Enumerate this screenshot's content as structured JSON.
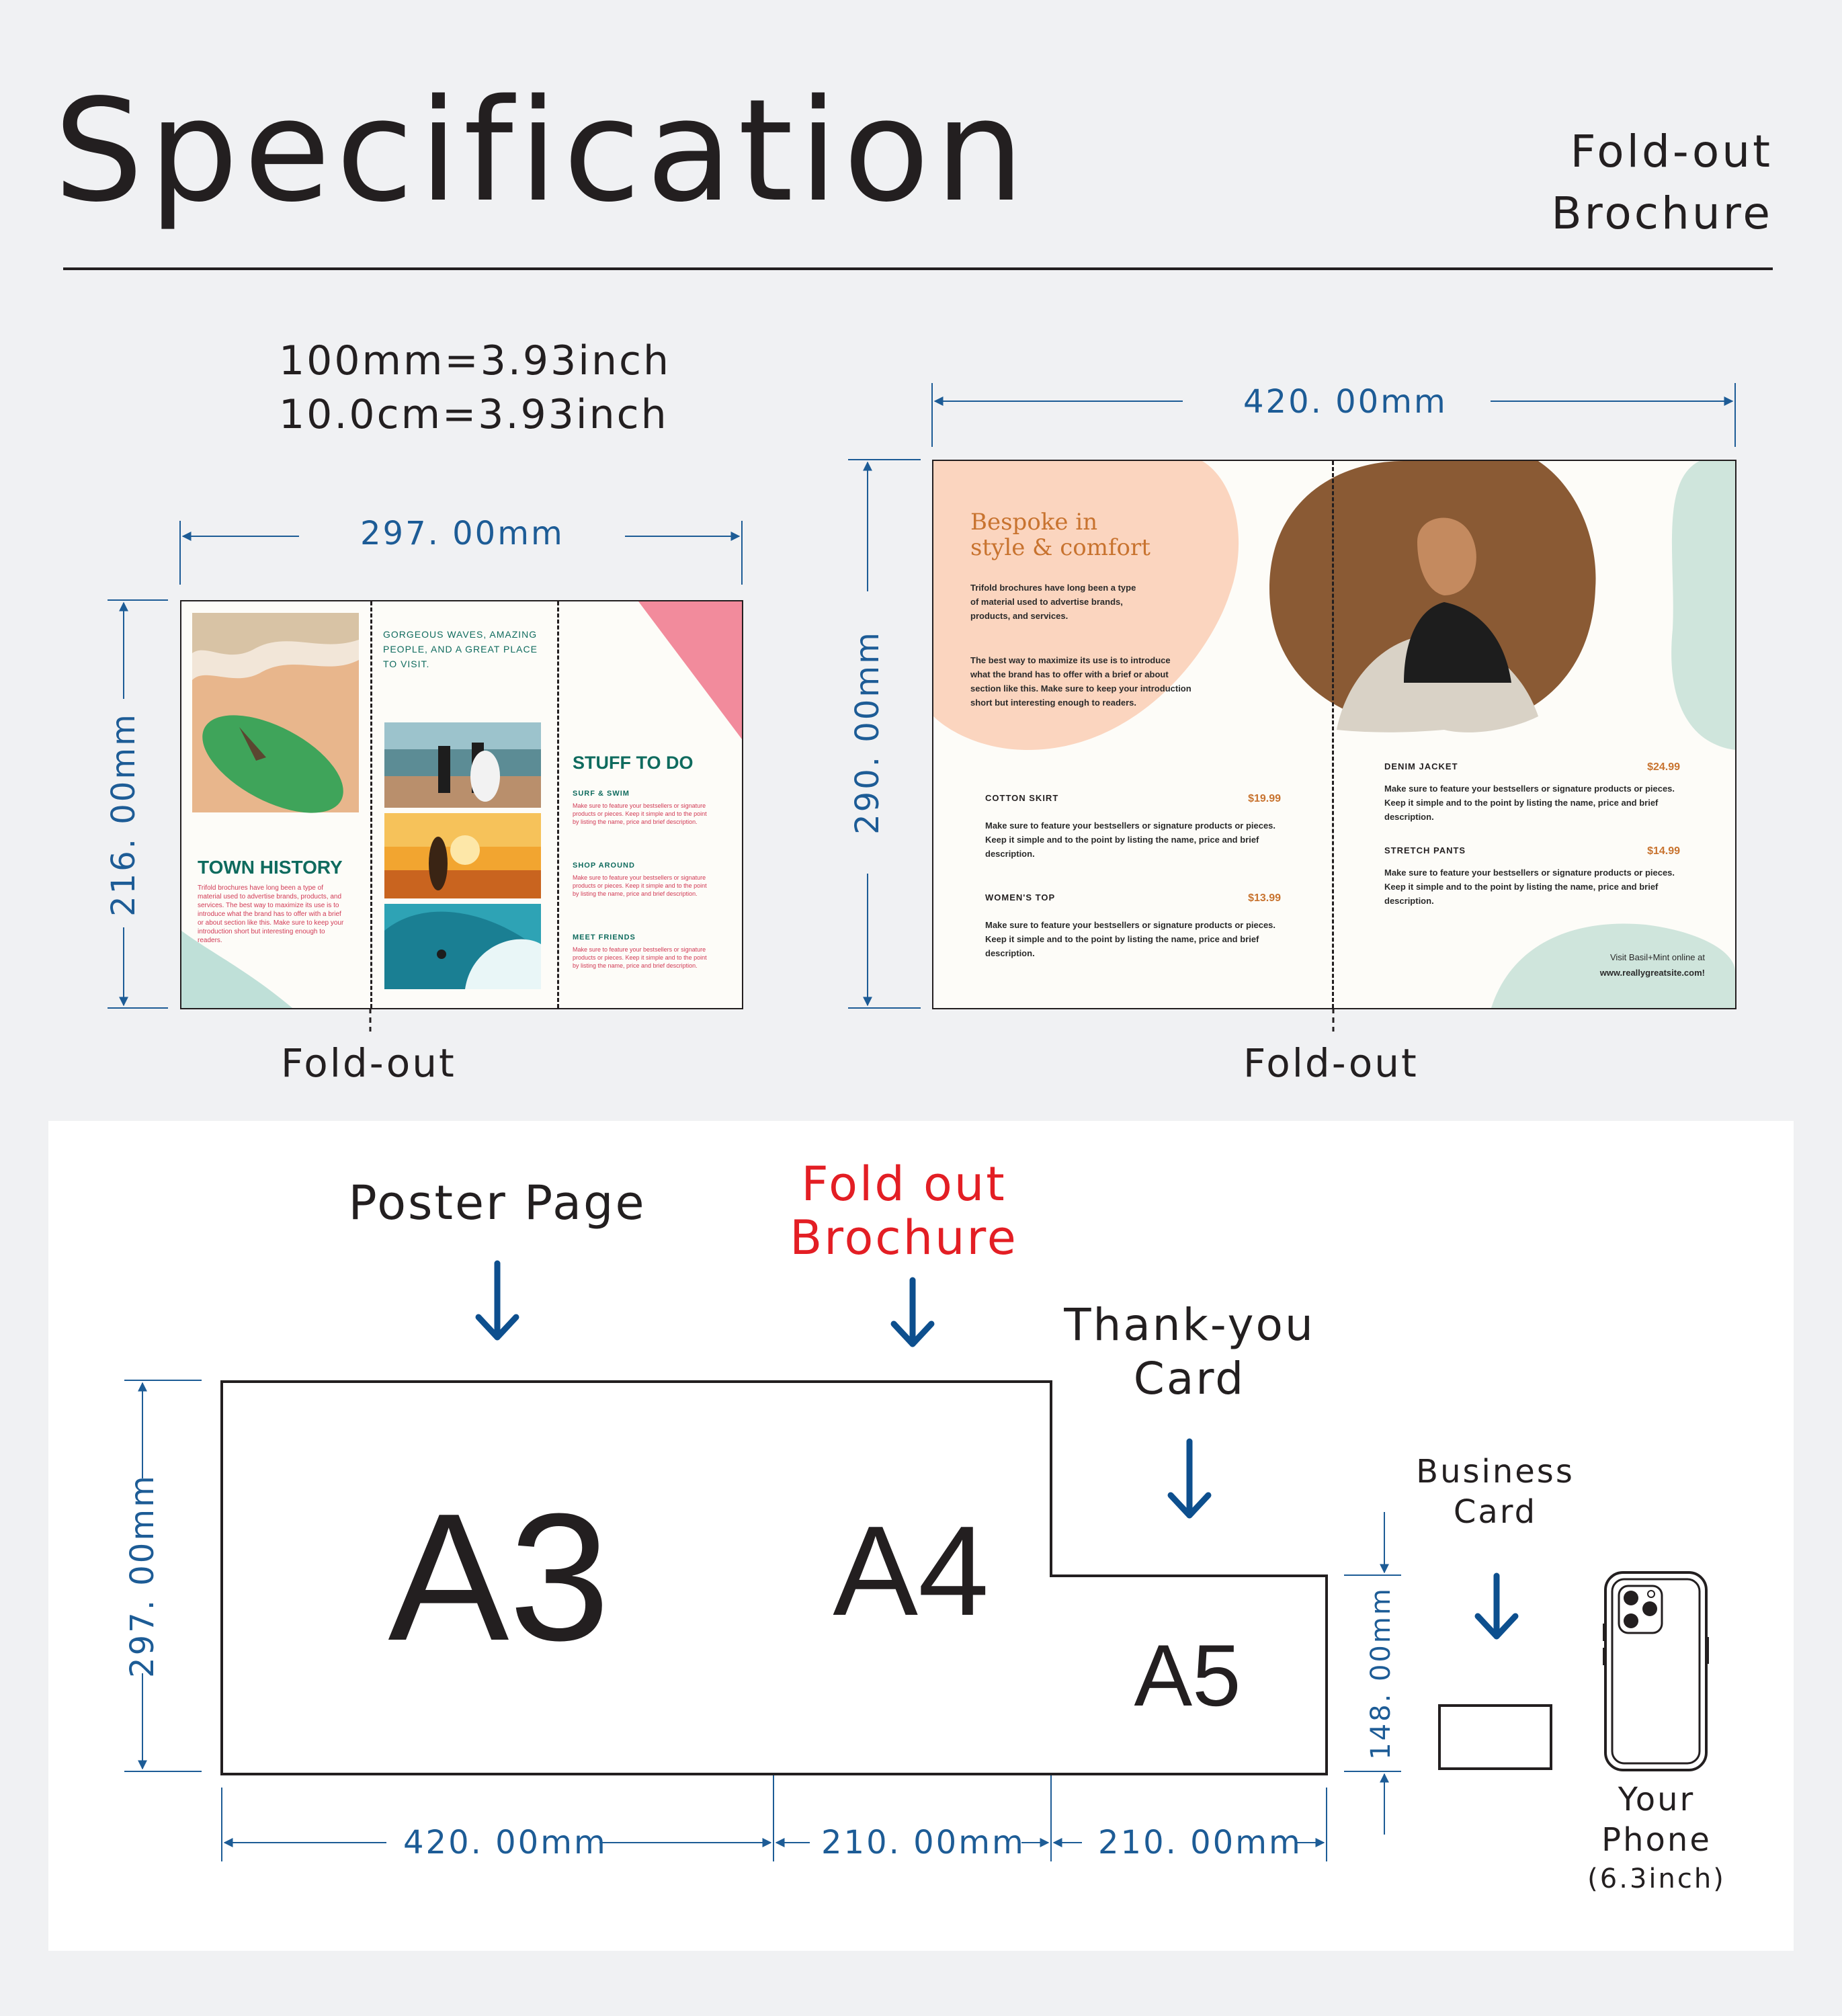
{
  "header": {
    "title": "Specification",
    "subtitle_line1": "Fold-out",
    "subtitle_line2": "Brochure"
  },
  "conversion": {
    "line1": "100mm=3.93inch",
    "line2": "10.0cm=3.93inch"
  },
  "left_brochure": {
    "width_label": "297. 00mm",
    "height_label": "216. 00mm",
    "fold_label": "Fold-out",
    "panel2_heading": "GORGEOUS WAVES, AMAZING PEOPLE, AND A GREAT PLACE TO VISIT.",
    "town_history_title": "TOWN HISTORY",
    "town_history_body": "Trifold brochures have long been a type of material used to advertise brands, products, and services. The best way to maximize its use is to introduce what the brand has to offer with a brief or about section like this. Make sure to keep your introduction short but interesting enough to readers.",
    "stuff_title": "STUFF TO DO",
    "items": [
      {
        "title": "SURF & SWIM",
        "body": "Make sure to feature your bestsellers or signature products or pieces. Keep it simple and to the point by listing the name, price and brief description."
      },
      {
        "title": "SHOP AROUND",
        "body": "Make sure to feature your bestsellers or signature products or pieces. Keep it simple and to the point by listing the name, price and brief description."
      },
      {
        "title": "MEET FRIENDS",
        "body": "Make sure to feature your bestsellers or signature products or pieces. Keep it simple and to the point by listing the name, price and brief description."
      }
    ]
  },
  "right_brochure": {
    "width_label": "420. 00mm",
    "height_label": "290. 00mm",
    "fold_label": "Fold-out",
    "headline_line1": "Bespoke in",
    "headline_line2": "style & comfort",
    "intro1": "Trifold brochures have long been a type of material used to advertise brands, products, and services.",
    "intro2": "The best way to maximize its use is to introduce what the brand has to offer with a brief or about section like this. Make sure to keep your introduction short but interesting enough to readers.",
    "products_left": [
      {
        "name": "COTTON SKIRT",
        "price": "$19.99",
        "desc": "Make sure to feature your bestsellers or signature products or pieces. Keep it simple and to the point by listing the name, price and brief description."
      },
      {
        "name": "WOMEN'S TOP",
        "price": "$13.99",
        "desc": "Make sure to feature your bestsellers or signature products or pieces. Keep it simple and to the point by listing the name, price and brief description."
      }
    ],
    "products_right": [
      {
        "name": "DENIM JACKET",
        "price": "$24.99",
        "desc": "Make sure to feature your bestsellers or signature products or pieces. Keep it simple and to the point by listing the name, price and brief description."
      },
      {
        "name": "STRETCH PANTS",
        "price": "$14.99",
        "desc": "Make sure to feature your bestsellers or signature products or pieces. Keep it simple and to the point by listing the name, price and brief description."
      }
    ],
    "footer_line1": "Visit Basil+Mint online at",
    "footer_line2": "www.reallygreatsite.com!"
  },
  "comparison": {
    "poster_label": "Poster Page",
    "brochure_label_line1": "Fold out",
    "brochure_label_line2": "Brochure",
    "thank_label_line1": "Thank-you",
    "thank_label_line2": "Card",
    "business_label_line1": "Business",
    "business_label_line2": "Card",
    "phone_label_line1": "Your",
    "phone_label_line2": "Phone",
    "phone_label_line3": "(6.3inch)",
    "a3": "A3",
    "a4": "A4",
    "a5": "A5",
    "height_label": "297. 00mm",
    "a5_height_label": "148. 00mm",
    "a3_width_label": "420. 00mm",
    "a4_width_label": "210. 00mm",
    "a5_width_label": "210. 00mm"
  },
  "colors": {
    "dimension_blue": "#1d5c96",
    "arrow_blue": "#0d4f8e",
    "highlight_red": "#e31e24",
    "teal": "#0f6b5e",
    "peach": "#fbd5bf",
    "mint": "#cfe5dc",
    "pink": "#f28b9c",
    "orange_text": "#c8732f"
  }
}
